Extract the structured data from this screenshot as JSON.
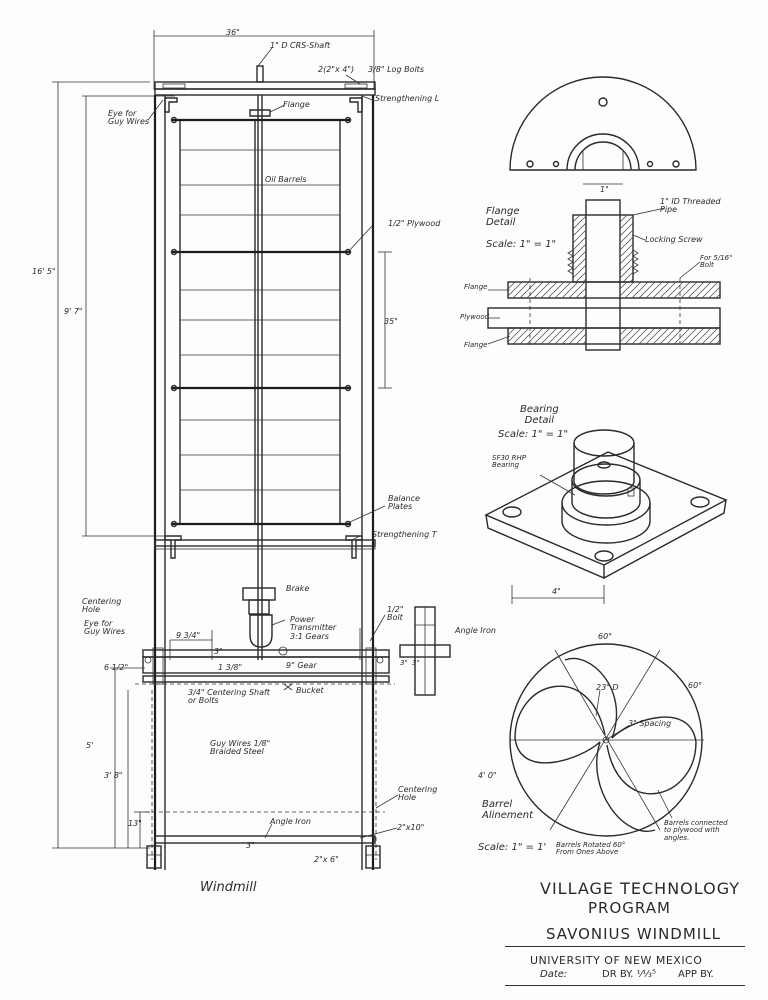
{
  "labels": {
    "shaft": "1\" D CRS-Shaft",
    "top_beam": "2(2\"x 4\")",
    "log_bolts": "3/8\" Log Bolts",
    "eye_guy_top": "Eye for\nGuy Wires",
    "flange": "Flange",
    "strengthening_l": "Strengthening L",
    "oil_barrels": "Oil Barrels",
    "plywood": "1/2\" Plywood",
    "balance_plates": "Balance\nPlates",
    "strengthening_t": "Strengthening T",
    "brake": "Brake",
    "power_transmitter": "Power\nTransmitter\n3:1 Gears",
    "centering_hole_top": "Centering\nHole",
    "eye_guy_bottom": "Eye for\nGuy Wires",
    "bolt_half": "1/2\"\nBolt",
    "angle_iron_side": "Angle Iron",
    "gear": "9\" Gear",
    "centering_shaft": "3/4\" Centering Shaft\nor Bolts",
    "bucket": "Bucket",
    "guy_wires": "Guy Wires 1/8\"\nBraided Steel",
    "centering_hole_bottom": "Centering\nHole",
    "angle_iron_bottom": "Angle Iron",
    "two_by_ten": "2\"x10\"",
    "two_by_six": "2\"x 6\"",
    "windmill": "Windmill"
  },
  "dimensions": {
    "width_top": "36\"",
    "height_total": "16' 5\"",
    "height_rotor": "9' 7\"",
    "barrel_span": "35\"",
    "d_9_3_4": "9 3/4\"",
    "d_6_1_2": "6 1/2\"",
    "d_3_a": "3\"",
    "d_1_3_8": "1 3/8\"",
    "d_3_b": "3\"",
    "d_3_c": "3\"",
    "d_5": "5'",
    "d_3_8": "3' 8\"",
    "d_13": "13\"",
    "d_3_bottom": "3\"",
    "d_1_inch": "1\""
  },
  "flange_detail": {
    "title": "Flange\nDetail",
    "scale": "Scale: 1\" = 1\"",
    "threaded_pipe": "1\" ID Threaded\nPipe",
    "locking_screw": "Locking Screw",
    "bolt": "For 5/16\"\nBolt",
    "flange_top": "Flange",
    "plywood": "Plywood",
    "flange_bottom": "Flange"
  },
  "bearing_detail": {
    "title": "Bearing\nDetail",
    "scale": "Scale: 1\" = 1\"",
    "bearing": "SF30 RHP\nBearing",
    "width": "4\""
  },
  "barrel_alignment": {
    "title": "Barrel\nAlinement",
    "scale": "Scale: 1\" = 1'",
    "angle_top": "60°",
    "angle_right": "60°",
    "barrel_dia": "23\" D",
    "spacing": "3\" Spacing",
    "diameter": "4' 0\"",
    "rotated_note": "Barrels Rotated 60°\nFrom Ones Above",
    "connected_note": "Barrels connected\nto plywood with\nangles."
  },
  "title_block": {
    "line1": "VILLAGE TECHNOLOGY",
    "line2": "PROGRAM",
    "line3": "SAVONIUS  WINDMILL",
    "university": "UNIVERSITY OF NEW MEXICO",
    "date_label": "Date:",
    "drawn_by": "DR BY. ⅟⅓⁵",
    "approved_by": "APP BY."
  }
}
